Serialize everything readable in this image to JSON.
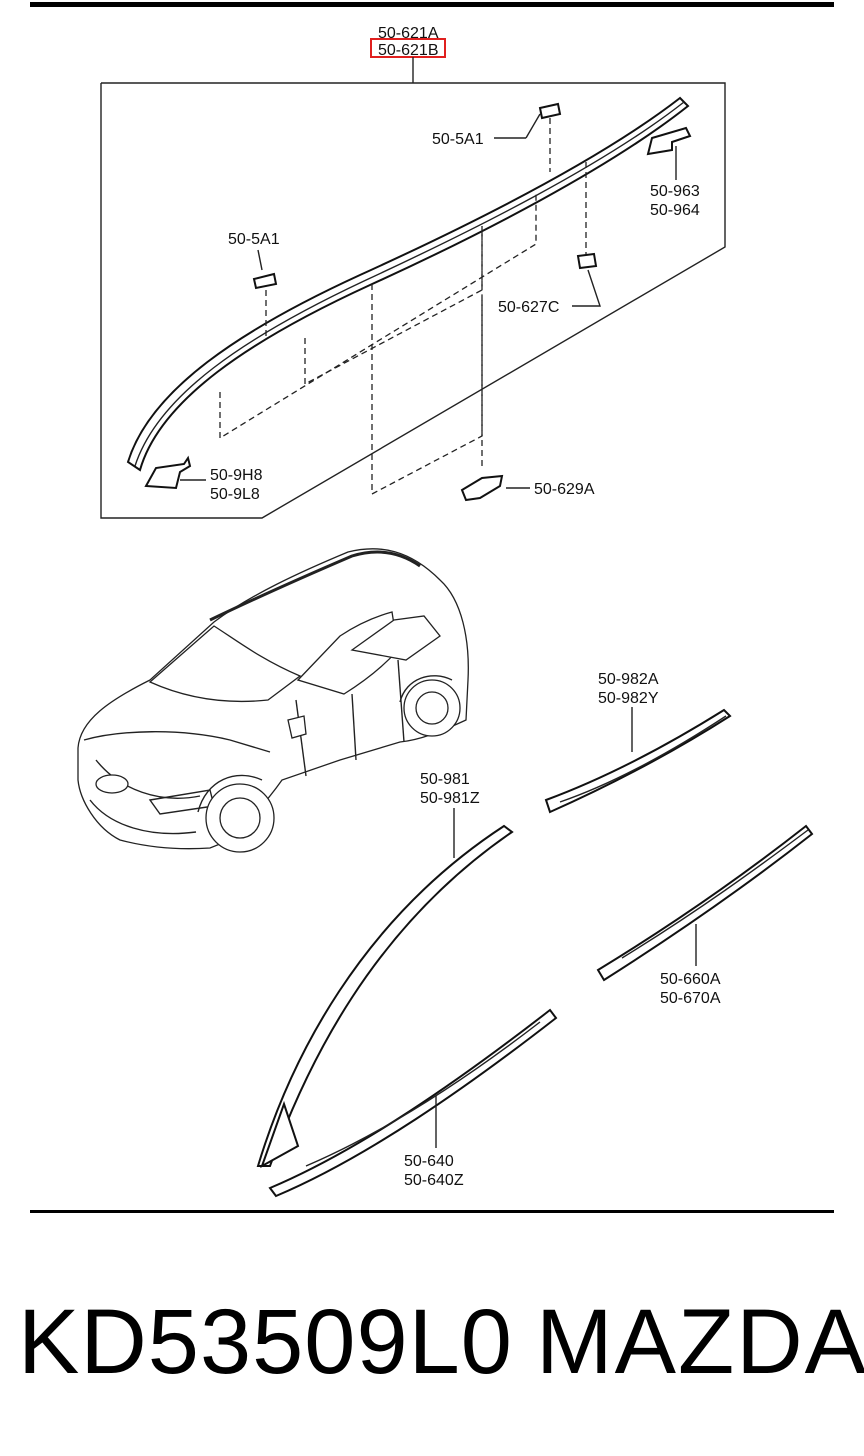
{
  "colors": {
    "highlight_box": "#e0201f",
    "rule": "#000000",
    "ink": "#111111"
  },
  "labels": {
    "top_a": "50-621A",
    "top_b": "50-621B",
    "clip_upper": "50-5A1",
    "clip_lower": "50-5A1",
    "bracket_front_1": "50-963",
    "bracket_front_2": "50-964",
    "clip_627": "50-627C",
    "end_clip_1": "50-9H8",
    "end_clip_2": "50-9L8",
    "clip_629": "50-629A",
    "mold_982_1": "50-982A",
    "mold_982_2": "50-982Y",
    "mold_981_1": "50-981",
    "mold_981_2": "50-981Z",
    "mold_660_1": "50-660A",
    "mold_660_2": "50-670A",
    "mold_640_1": "50-640",
    "mold_640_2": "50-640Z"
  },
  "footer": {
    "part_number": "KD53509L0",
    "brand": "MAZDA"
  },
  "icons": {
    "car": "suv-illustration-icon"
  }
}
